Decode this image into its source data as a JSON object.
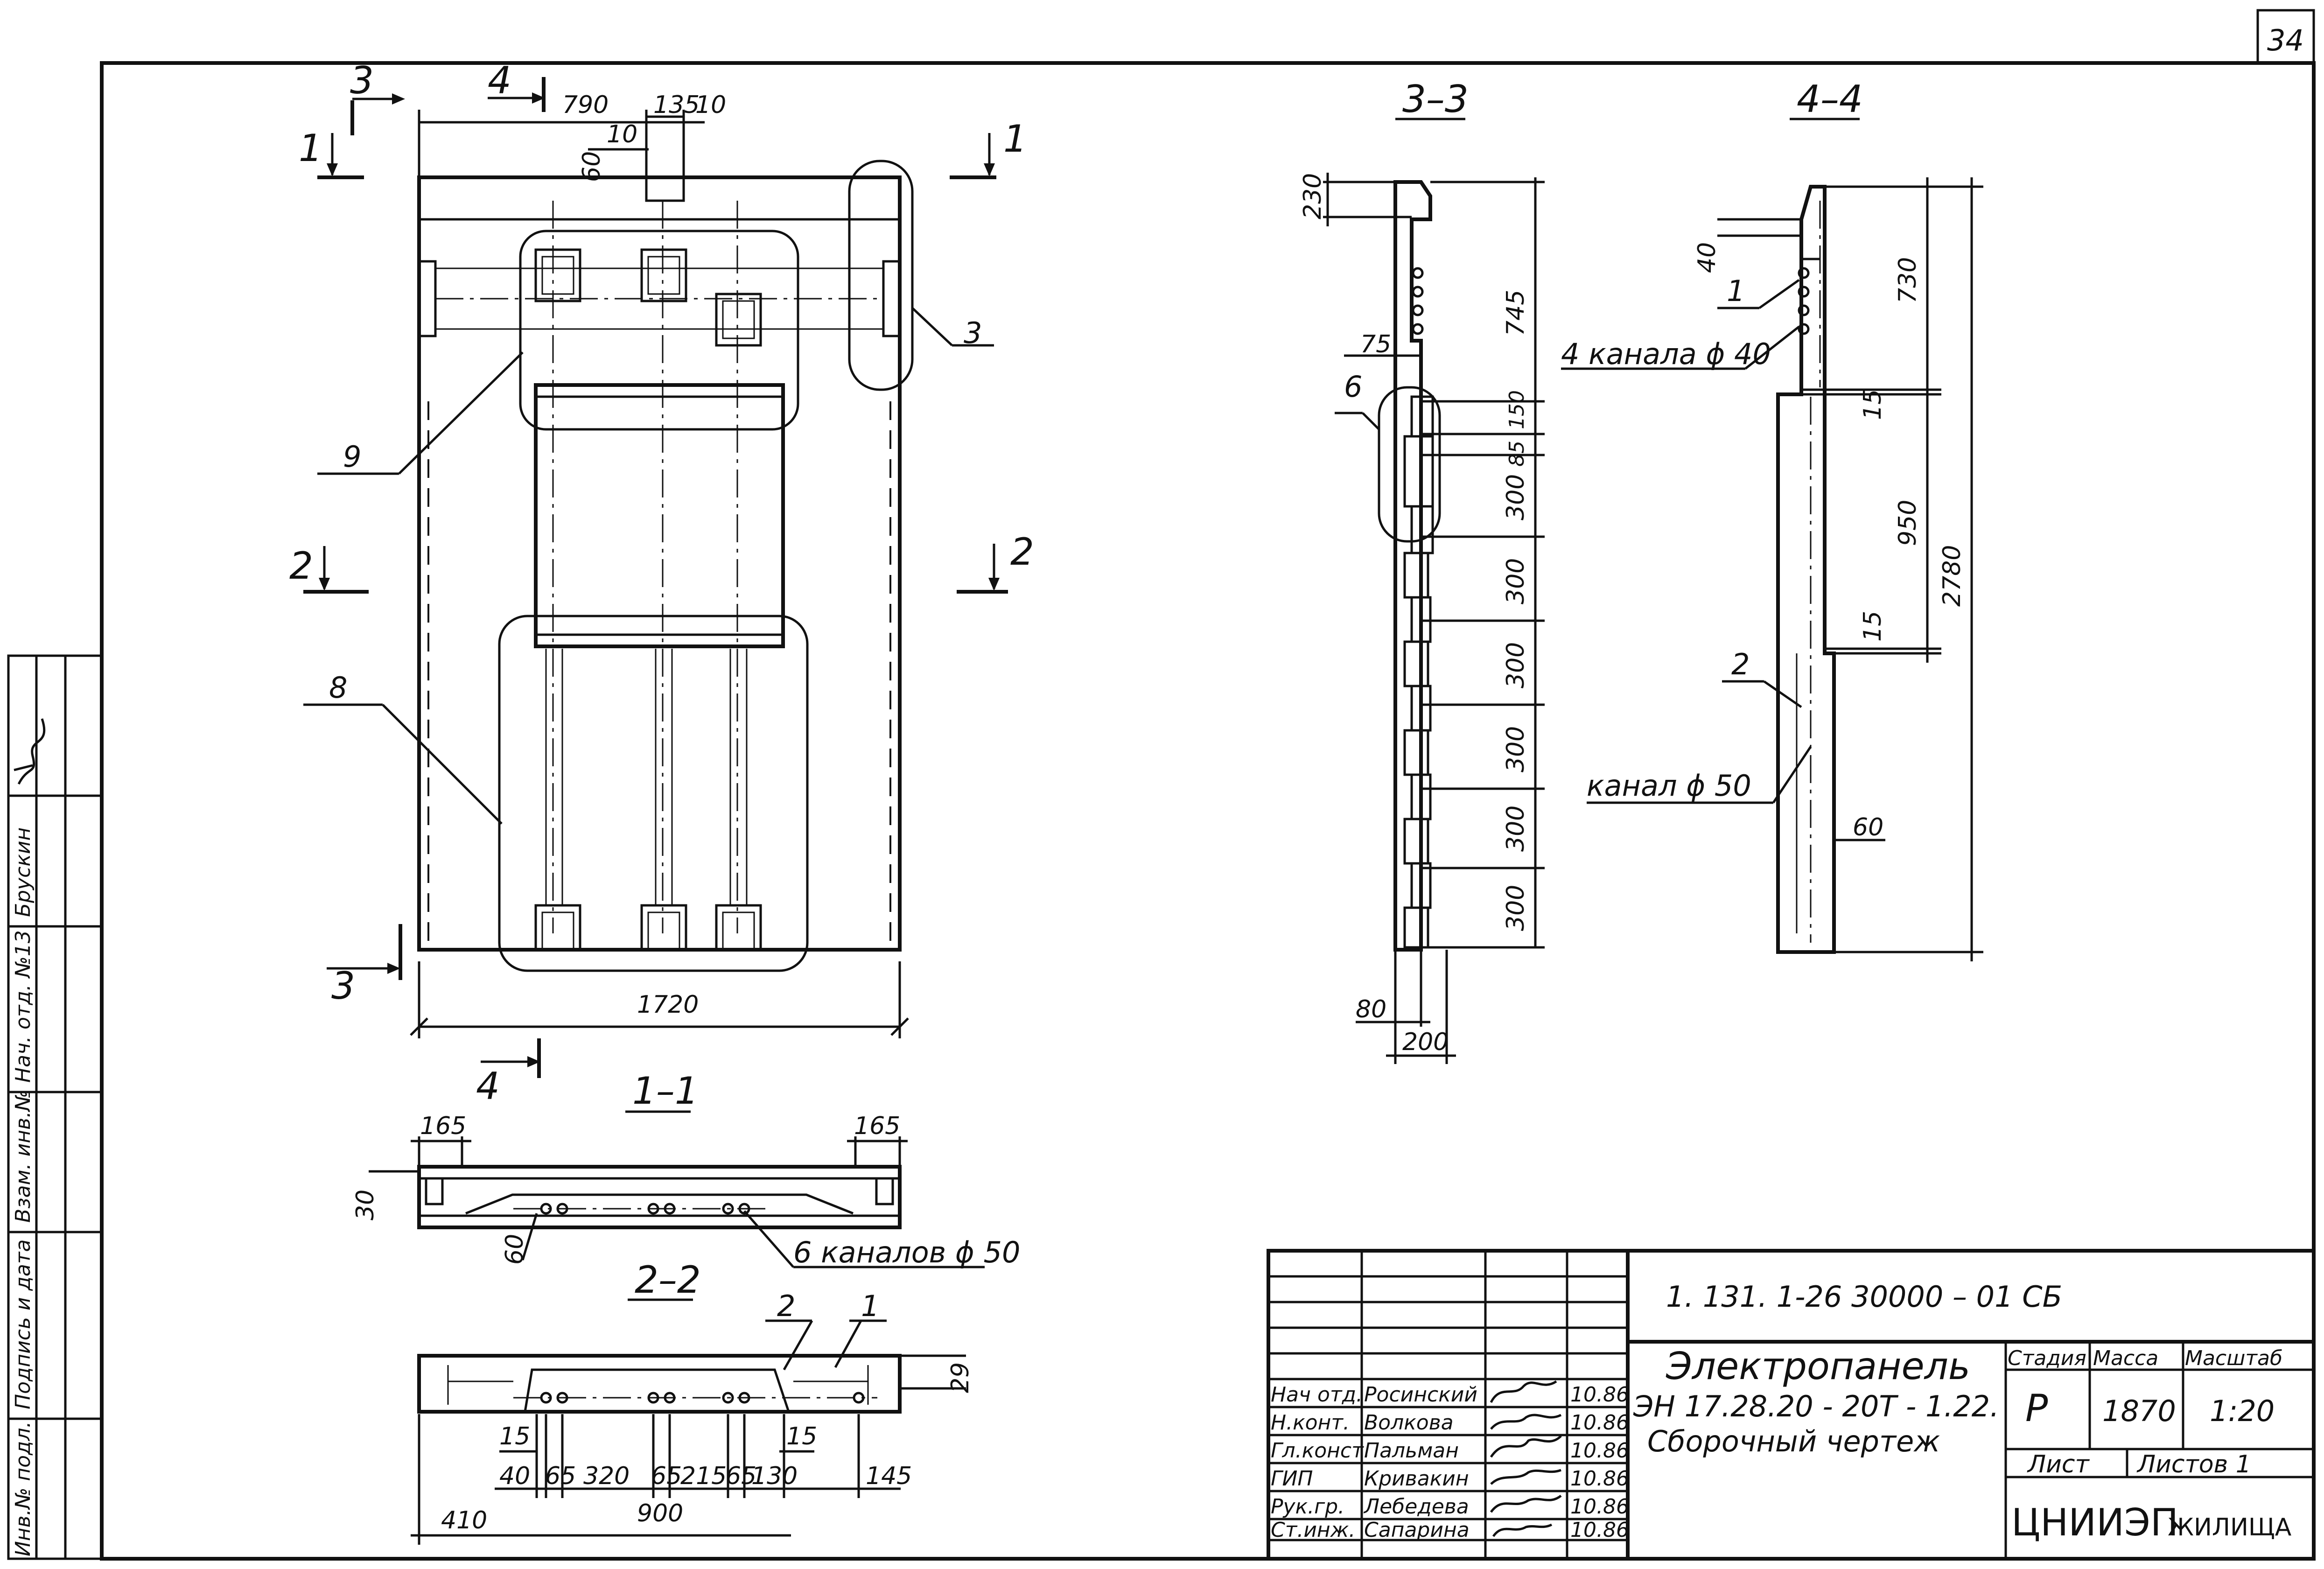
{
  "sheet": {
    "sheet_number": "34"
  },
  "side_stamp": {
    "labels": [
      "Инв.№ подл.",
      "Подпись и дата",
      "Взам. инв.№"
    ],
    "dept_head": "Нач. отд. №13",
    "dept_head_name": "Брускин"
  },
  "plan_view": {
    "dims_top": [
      "790",
      "135",
      "10",
      "10",
      "60"
    ],
    "width_dim": "1720",
    "callouts": [
      "3",
      "9",
      "8"
    ],
    "section_marks": [
      "1",
      "1",
      "2",
      "2",
      "3",
      "3",
      "4",
      "4"
    ]
  },
  "section_1_1": {
    "title": "1–1",
    "dims": [
      "165",
      "165",
      "30",
      "60"
    ],
    "note": "6 каналов ϕ 50"
  },
  "section_2_2": {
    "title": "2–2",
    "callouts": [
      "2",
      "1"
    ],
    "dims": [
      "29",
      "15",
      "15",
      "40",
      "65",
      "320",
      "65",
      "215",
      "65",
      "130",
      "145",
      "410",
      "900"
    ]
  },
  "section_3_3": {
    "title": "3–3",
    "dims": [
      "230",
      "745",
      "75",
      "150",
      "85",
      "300",
      "300",
      "300",
      "300",
      "300",
      "300",
      "80",
      "200"
    ],
    "callout": "6"
  },
  "section_4_4": {
    "title": "4–4",
    "dims": [
      "40",
      "730",
      "15",
      "950",
      "2780",
      "15",
      "60"
    ],
    "callouts": [
      "1",
      "2"
    ],
    "notes": [
      "4 канала ϕ 40",
      "канал ϕ 50"
    ]
  },
  "title_block": {
    "code": "1. 131. 1-26  30000 – 01 СБ",
    "name_lines": [
      "Электропанель",
      "ЭН 17.28.20 - 20Т - 1.22.",
      "Сборочный чертеж"
    ],
    "headers": {
      "stage": "Стадия",
      "mass": "Масса",
      "scale": "Масштаб"
    },
    "values": {
      "stage": "Р",
      "mass": "1870",
      "scale": "1:20"
    },
    "sheet_label": "Лист",
    "sheets_label": "Листов 1",
    "org": "ЦНИИЭП",
    "org_sub": "ЖИЛИЩА",
    "staff": [
      {
        "role": "Нач отд.",
        "name": "Росинский",
        "date": "10.86"
      },
      {
        "role": "Н.конт.",
        "name": "Волкова",
        "date": "10.86"
      },
      {
        "role": "Гл.конст.",
        "name": "Пальман",
        "date": "10.86"
      },
      {
        "role": "ГИП",
        "name": "Кривакин",
        "date": "10.86"
      },
      {
        "role": "Рук.гр.",
        "name": "Лебедева",
        "date": "10.86"
      },
      {
        "role": "Ст.инж.",
        "name": "Сапарина",
        "date": "10.86"
      }
    ]
  }
}
